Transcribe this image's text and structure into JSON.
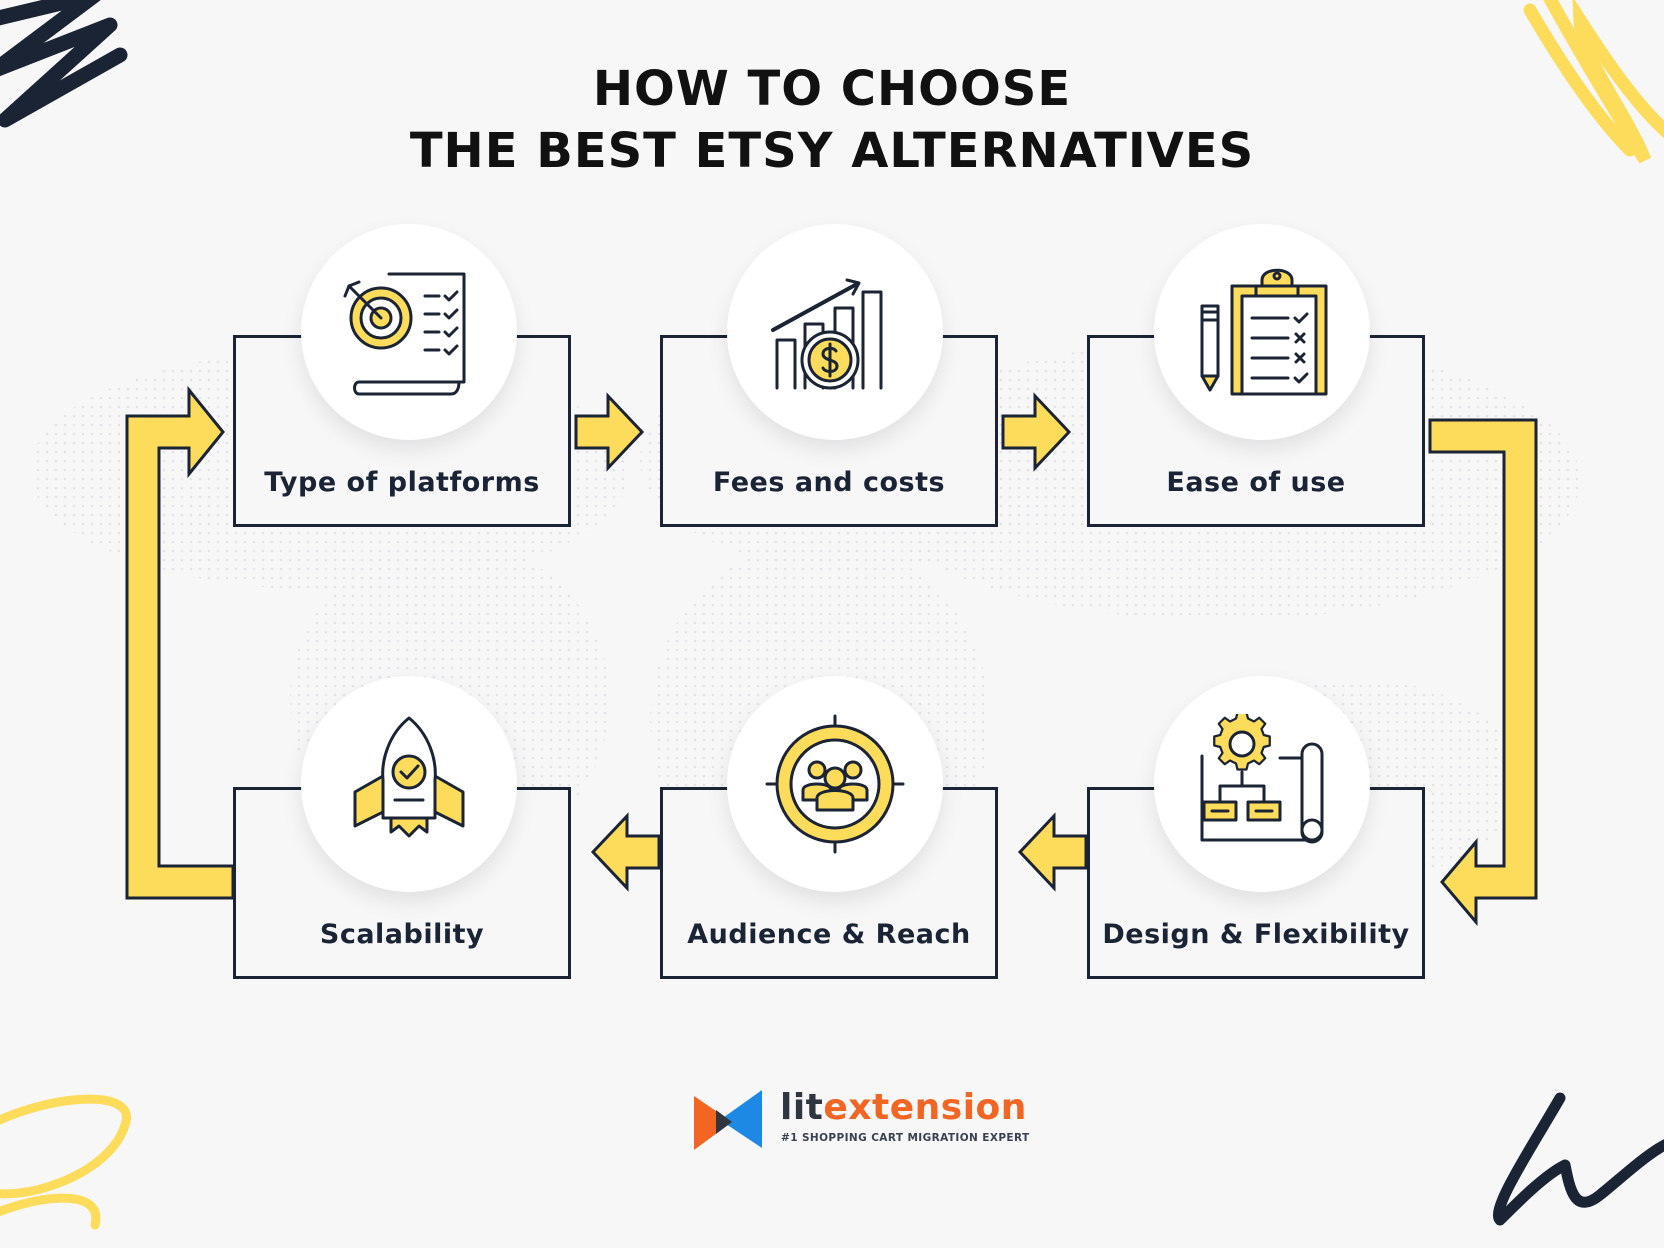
{
  "title": {
    "line1": "HOW TO CHOOSE",
    "line2": "THE BEST ETSY ALTERNATIVES"
  },
  "steps": [
    {
      "label": "Type of platforms",
      "icon": "target-checklist-icon"
    },
    {
      "label": "Fees and costs",
      "icon": "growth-chart-dollar-icon"
    },
    {
      "label": "Ease of use",
      "icon": "clipboard-pencil-icon"
    },
    {
      "label": "Design & Flexibility",
      "icon": "gear-blueprint-icon"
    },
    {
      "label": "Audience & Reach",
      "icon": "audience-target-icon"
    },
    {
      "label": "Scalability",
      "icon": "rocket-icon"
    }
  ],
  "logo": {
    "name_part1": "lit",
    "name_part2": "extension",
    "tagline": "#1 SHOPPING CART MIGRATION EXPERT"
  },
  "colors": {
    "accent": "#fddc5c",
    "outline": "#1b2434",
    "background": "#f7f7f8",
    "logo_orange": "#f26522",
    "logo_blue": "#1e88e5"
  }
}
